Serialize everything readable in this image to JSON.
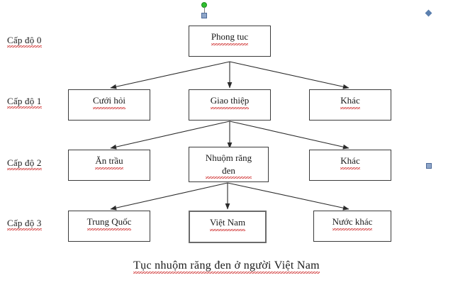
{
  "document": {
    "caption": "Tục nhuộm răng đen ở người Việt Nam",
    "accent_color": "#3b3b3b",
    "spellcheck_underline_color": "#d23b3b",
    "handle_blue": "#8ea5c8",
    "handle_green": "#2fbf2f"
  },
  "levels": [
    {
      "label": "Cấp độ 0"
    },
    {
      "label": "Cấp độ 1"
    },
    {
      "label": "Cấp độ 2"
    },
    {
      "label": "Cấp độ 3"
    }
  ],
  "nodes": {
    "root": {
      "label": "Phong tuc",
      "level": 0
    },
    "l1_left": {
      "label": "Cưới hỏi",
      "level": 1
    },
    "l1_mid": {
      "label": "Giao thiệp",
      "level": 1
    },
    "l1_right": {
      "label": "Khác",
      "level": 1
    },
    "l2_left": {
      "label": "Ăn trầu",
      "level": 2
    },
    "l2_mid": {
      "label": "Nhuộm răng\nđen",
      "level": 2
    },
    "l2_right": {
      "label": "Khác",
      "level": 2
    },
    "l3_left": {
      "label": "Trung Quốc",
      "level": 3
    },
    "l3_mid": {
      "label": "Việt Nam",
      "level": 3
    },
    "l3_right": {
      "label": "Nước khác",
      "level": 3
    }
  },
  "handles": {
    "rotate_handle": "rotate-handle",
    "top_square_handle": "resize-handle",
    "right_diamond_marker": "anchor-marker",
    "right_square_handle": "resize-handle"
  },
  "chart_data": {
    "type": "diagram",
    "title": "Tục nhuộm răng đen ở người Việt Nam",
    "layout": "top-down tree, 4 levels, arrows from parent bottom-center to child top-center",
    "level_labels": [
      "Cấp độ 0",
      "Cấp độ 1",
      "Cấp độ 2",
      "Cấp độ 3"
    ],
    "tree": {
      "name": "Phong tuc",
      "children": [
        {
          "name": "Cưới hỏi",
          "children": []
        },
        {
          "name": "Giao thiệp",
          "children": [
            {
              "name": "Ăn trầu",
              "children": []
            },
            {
              "name": "Nhuộm răng đen",
              "children": [
                {
                  "name": "Trung Quốc",
                  "children": []
                },
                {
                  "name": "Việt Nam",
                  "children": []
                },
                {
                  "name": "Nước khác",
                  "children": []
                }
              ]
            },
            {
              "name": "Khác",
              "children": []
            }
          ]
        },
        {
          "name": "Khác",
          "children": []
        }
      ]
    },
    "edges": [
      [
        "Phong tuc",
        "Cưới hỏi"
      ],
      [
        "Phong tuc",
        "Giao thiệp"
      ],
      [
        "Phong tuc",
        "Khác (Cấp độ 1)"
      ],
      [
        "Giao thiệp",
        "Ăn trầu"
      ],
      [
        "Giao thiệp",
        "Nhuộm răng đen"
      ],
      [
        "Giao thiệp",
        "Khác (Cấp độ 2)"
      ],
      [
        "Nhuộm răng đen",
        "Trung Quốc"
      ],
      [
        "Nhuộm răng đen",
        "Việt Nam"
      ],
      [
        "Nhuộm răng đen",
        "Nước khác"
      ]
    ]
  }
}
